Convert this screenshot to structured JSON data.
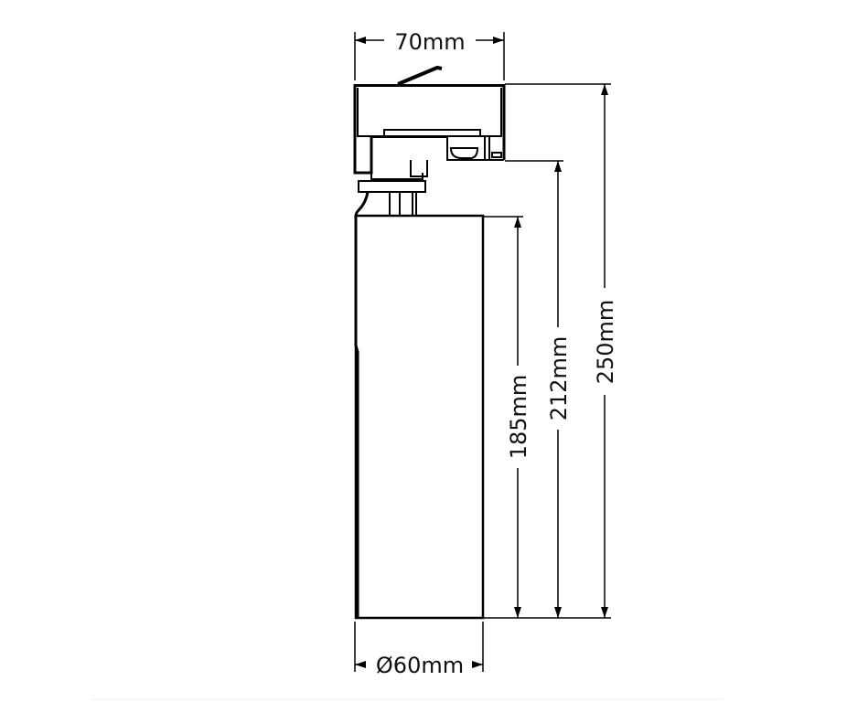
{
  "drawing": {
    "title": "Track spotlight dimension drawing",
    "dimensions": {
      "width_top": "70mm",
      "total_height": "250mm",
      "height_without_top": "212mm",
      "body_height": "185mm",
      "diameter": "Ø60mm"
    },
    "line_color": "#000000"
  }
}
